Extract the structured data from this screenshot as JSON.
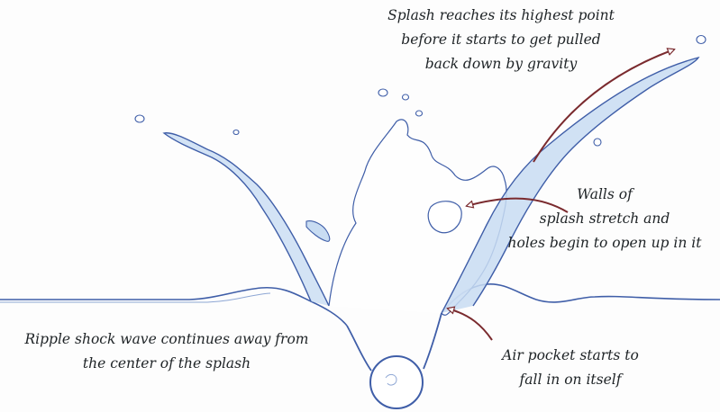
{
  "annotations": {
    "peak": {
      "line1": "Splash reaches its highest point",
      "line2": "before it starts to get pulled",
      "line3": "back down by gravity"
    },
    "walls": {
      "line1": "Walls of",
      "line2": "splash stretch and",
      "line3": "holes begin to open up in it"
    },
    "ripple": {
      "line1": "Ripple shock wave continues away from",
      "line2": "the center of the splash"
    },
    "air_pocket": {
      "line1": "Air pocket starts to",
      "line2": "fall in on itself"
    }
  },
  "colors": {
    "water_fill": "#c8dcf2",
    "water_line": "#3f5ea8",
    "arrow": "#7a2a2e",
    "text": "#1e2326"
  }
}
